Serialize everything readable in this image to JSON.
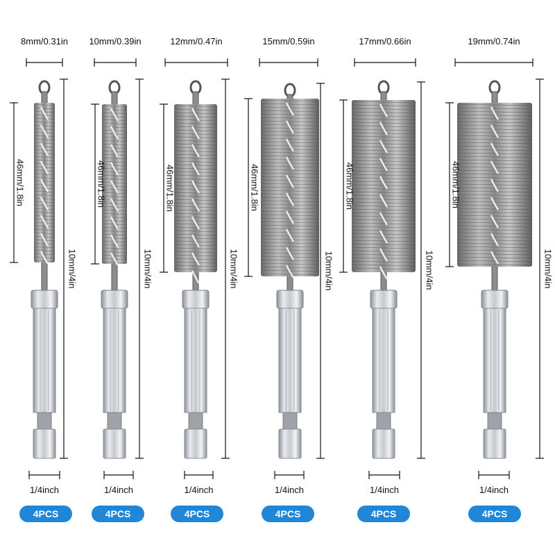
{
  "brushes": [
    {
      "diameter_label": "8mm/0.31in",
      "bristle_label": "46mm/1.8in",
      "length_label": "10mm/4in",
      "shank_label": "1/4inch",
      "qty_label": "4PCS"
    },
    {
      "diameter_label": "10mm/0.39in",
      "bristle_label": "46mm/1.8in",
      "length_label": "10mm/4in",
      "shank_label": "1/4inch",
      "qty_label": "4PCS"
    },
    {
      "diameter_label": "12mm/0.47in",
      "bristle_label": "46mm/1.8in",
      "length_label": "10mm/4in",
      "shank_label": "1/4inch",
      "qty_label": "4PCS"
    },
    {
      "diameter_label": "15mm/0.59in",
      "bristle_label": "46mm/1.8in",
      "length_label": "10mm/4in",
      "shank_label": "1/4inch",
      "qty_label": "4PCS"
    },
    {
      "diameter_label": "17mm/0.66in",
      "bristle_label": "46mm/1.8in",
      "length_label": "10mm/4in",
      "shank_label": "1/4inch",
      "qty_label": "4PCS"
    },
    {
      "diameter_label": "19mm/0.74in",
      "bristle_label": "46mm/1.8in",
      "length_label": "10mm/4in",
      "shank_label": "1/4inch",
      "qty_label": "4PCS"
    }
  ],
  "colors": {
    "badge": "#1f86d8",
    "bristle_dark": "#4a4a4a",
    "bristle_light": "#b8b8b8",
    "shank": "#c9ccd0",
    "line": "#111111"
  }
}
